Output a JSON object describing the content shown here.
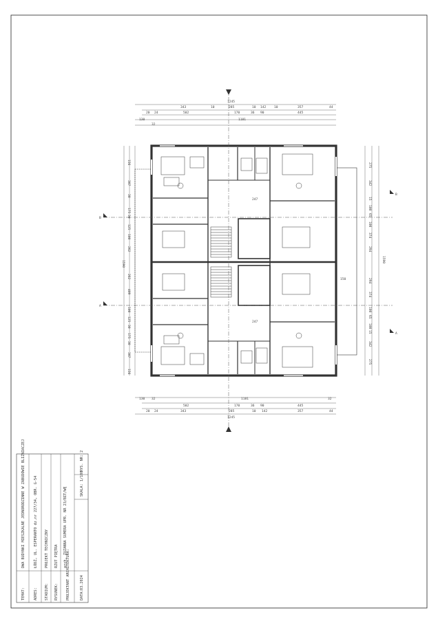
{
  "plan": {
    "top_dims_row1": [
      "343",
      "10",
      "285",
      "10",
      "142",
      "10",
      "357",
      "44"
    ],
    "top_dims_row2": [
      "20",
      "24",
      "502",
      "170",
      "36",
      "90",
      "445"
    ],
    "top_total_1": "1245",
    "top_total_2": "1181",
    "top_outer_left": "130",
    "top_outer_left2": "32",
    "bottom_dims_row1": [
      "130",
      "32",
      "1181",
      "32"
    ],
    "bottom_dims_row2": [
      "502",
      "170",
      "36",
      "90",
      "445"
    ],
    "bottom_dims_row3": [
      "20",
      "24",
      "343",
      "285",
      "10",
      "142",
      "357",
      "44"
    ],
    "bottom_total": "1245",
    "left_dims": [
      "156",
      "307",
      "30",
      "175",
      "30",
      "125",
      "100",
      "262",
      "1590",
      "262",
      "409",
      "100",
      "125",
      "30",
      "175",
      "30",
      "307",
      "156"
    ],
    "right_dims": [
      "275",
      "342",
      "15",
      "100",
      "65",
      "100",
      "374",
      "294",
      "150",
      "294",
      "374",
      "100",
      "65",
      "100",
      "15",
      "342",
      "275",
      "1590"
    ],
    "center_dims": [
      "247",
      "247",
      "150"
    ],
    "section_marks": [
      "B",
      "A",
      "B",
      "A"
    ]
  },
  "title_block": {
    "rows": [
      {
        "label": "TEMAT:",
        "value": "DWA BUDYNKI MIESZKALNE JEDNORODZINNE W ZABUDOWIE BLIŹNIACZEJ"
      },
      {
        "label": "ADRES:",
        "value": "ŁÓDŹ, UL. ESPERANTO dz.nr 227/34, OBR. G-54"
      },
      {
        "label": "STADIUM:",
        "value": "PROJEKT TECHNICZNY"
      },
      {
        "label": "RYSUNEK:",
        "value": "RZUT PIĘTRA"
      },
      {
        "label": "PROJEKTANT ARCHITEKTURA:",
        "value": "arch. ZUZANNA SUMERA UPR. NR 23/BIT/WĘ"
      },
      {
        "label": "DATA:",
        "value": "03.2024"
      }
    ],
    "scale": "SKALA: 1/100",
    "sheet_no": "RYS. NR: 2"
  }
}
